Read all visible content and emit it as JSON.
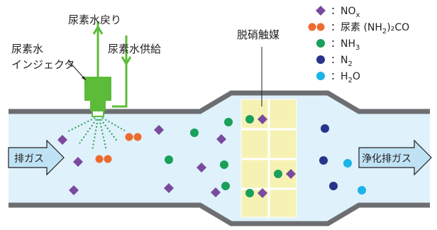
{
  "labels": {
    "injector": [
      "尿素水",
      "インジェクタ"
    ],
    "urea_return": "尿素水戻り",
    "urea_supply": "尿素水供給",
    "catalyst": "脱硝触媒",
    "exhaust_in": "排ガス",
    "exhaust_out": "浄化排ガス"
  },
  "legend": [
    {
      "key": "nox",
      "prefix": "：",
      "text": "NO",
      "sub": "x",
      "tail": "",
      "color": "#7a4a9e"
    },
    {
      "key": "urea",
      "prefix": "：",
      "text": "尿素 (NH",
      "sub": "2",
      "tail": ")₂CO",
      "color": "#ec6b2d"
    },
    {
      "key": "nh3",
      "prefix": "：",
      "text": "NH",
      "sub": "3",
      "tail": "",
      "color": "#19a05a"
    },
    {
      "key": "n2",
      "prefix": "：",
      "text": "N",
      "sub": "2",
      "tail": "",
      "color": "#26358a"
    },
    {
      "key": "h2o",
      "prefix": "：",
      "text": "H",
      "sub": "2",
      "tail": "O",
      "color": "#1ab4e8"
    }
  ],
  "colors": {
    "pipe_wall": "#6d6e71",
    "gas_fill": "#dff1fa",
    "catalyst_fill": "#f6f2b4",
    "injector": "#5dbb3a",
    "arrow_fill": "#bfe3f5",
    "nozzle_spray": "#2f9e5a"
  }
}
